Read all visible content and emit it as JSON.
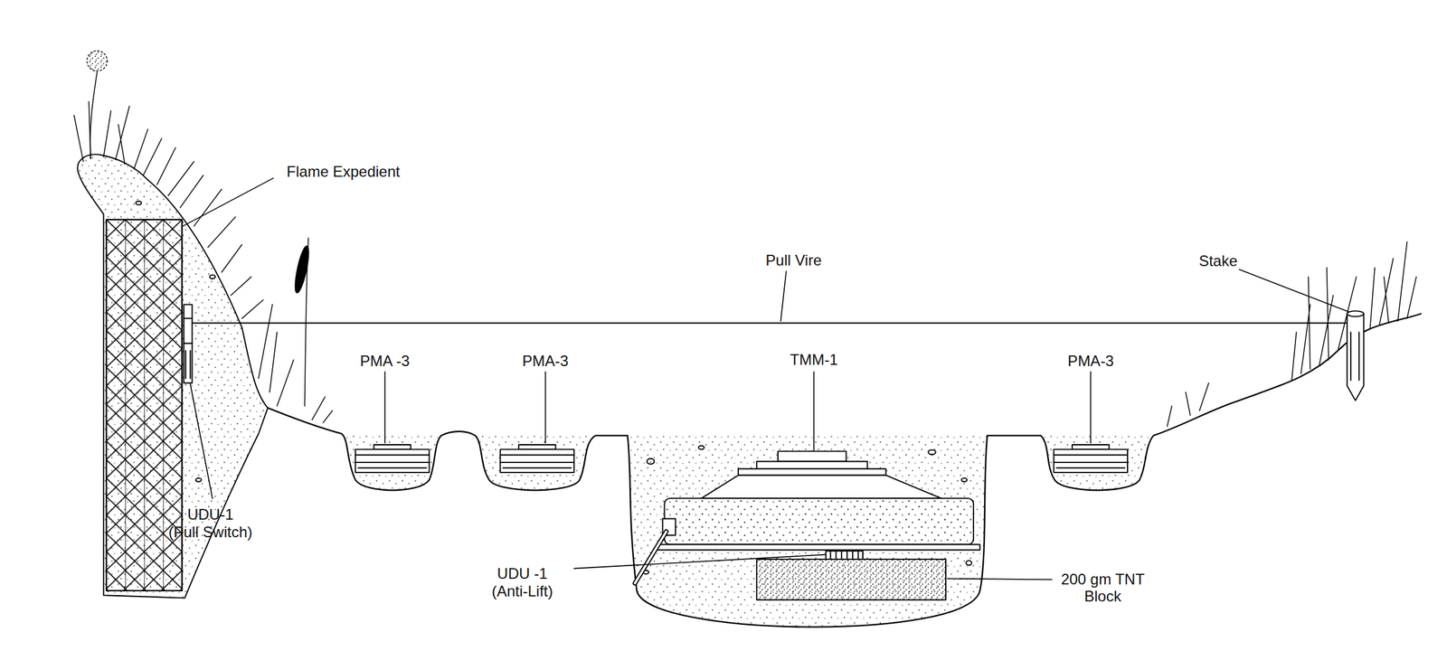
{
  "diagram": {
    "labels": [
      "Flame Expedient",
      "Pull Vire",
      "Stake",
      "PMA -3",
      "PMA-3",
      "TMM-1",
      "PMA-3",
      "UDU-1 (Pull Switch)",
      "UDU -1 (Anti-Lift)",
      "200 gm TNT Block"
    ]
  }
}
